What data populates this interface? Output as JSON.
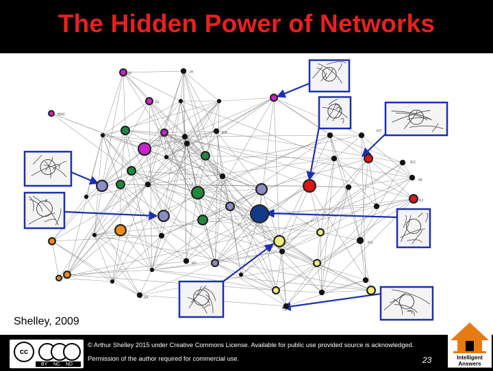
{
  "slide": {
    "title": "The Hidden Power of Networks",
    "caption": "Shelley, 2009"
  },
  "network": {
    "node_labels": [
      "JR",
      "JH",
      "JG",
      "BMC",
      "EIP",
      "KD",
      "IEC",
      "JM",
      "RJ",
      "PO",
      "SA",
      "TS",
      "MT"
    ]
  },
  "footer": {
    "license_line_1": "© Arthur Shelley 2015 under Creative Commons License. Available for public use provided source is acknowledged.",
    "license_line_2": "Permission of the author required for commercial use.",
    "page_number": "23",
    "cc_labels": [
      "BY",
      "NC",
      "ND"
    ],
    "logo_text": [
      "Intelligent",
      "Answers"
    ]
  },
  "colors": {
    "title": "#e8211e",
    "edge": "#8c8c8c",
    "arrow": "#1a2fb0",
    "node_purple": "#cc22cc",
    "node_lavender": "#8c8cc8",
    "node_green": "#1f8a3b",
    "node_red": "#e01515",
    "node_navy": "#123a8a",
    "node_orange": "#f08a1a",
    "node_yellow": "#f3ef7a",
    "node_dark": "#111111"
  }
}
